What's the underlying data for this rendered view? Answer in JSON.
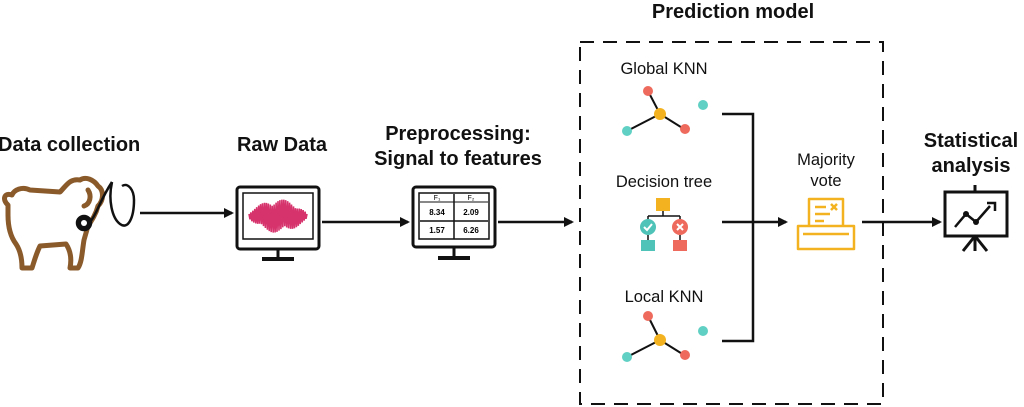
{
  "stages": {
    "data_collection": "Data collection",
    "raw_data": "Raw Data",
    "preprocessing_line1": "Preprocessing:",
    "preprocessing_line2": "Signal to features",
    "prediction_model": "Prediction model",
    "statistical_line1": "Statistical",
    "statistical_line2": "analysis"
  },
  "models": {
    "global_knn": "Global KNN",
    "decision_tree": "Decision tree",
    "local_knn": "Local KNN"
  },
  "vote": {
    "line1": "Majority",
    "line2": "vote"
  },
  "feature_table": {
    "headers": [
      "F₁",
      "F₂"
    ],
    "rows": [
      [
        "8.34",
        "2.09"
      ],
      [
        "1.57",
        "6.26"
      ]
    ]
  },
  "colors": {
    "dog": "#8a5a2b",
    "waveform": "#d6336c",
    "knn_red": "#ee6a5c",
    "knn_teal": "#5fd0c3",
    "knn_yellow": "#f3b320",
    "tree_yellow": "#f3b320",
    "tree_teal": "#4fc3b8",
    "tree_red": "#ee6a5c",
    "ballot": "#f3b320",
    "line": "#111111"
  },
  "icons": [
    "dog-icon",
    "stethoscope-icon",
    "monitor-waveform-icon",
    "monitor-table-icon",
    "knn-graph-icon",
    "decision-tree-icon",
    "ballot-box-icon",
    "chart-board-icon"
  ]
}
